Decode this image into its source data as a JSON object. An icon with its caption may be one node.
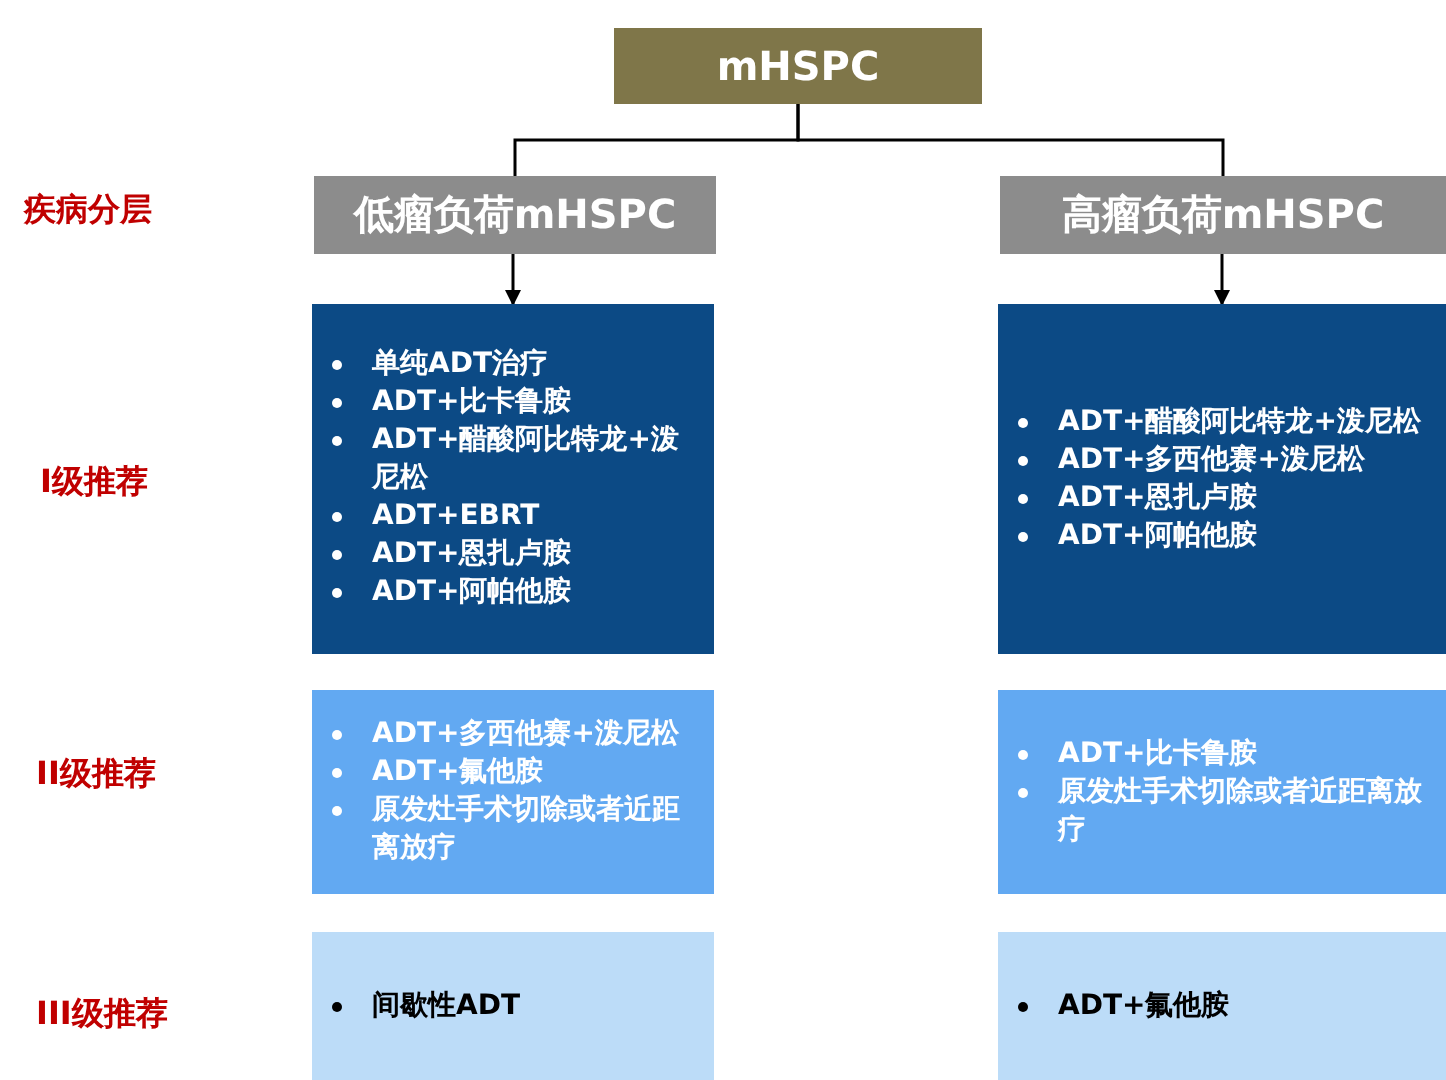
{
  "diagram": {
    "nodes": [
      {
        "text": [
          "mHSPC"
        ]
      },
      {
        "text": [
          "低瘤负荷mHSPC"
        ]
      },
      {
        "text": [
          "高瘤负荷mHSPC"
        ]
      },
      {
        "text": [
          "单纯ADT治疗",
          "ADT+比卡鲁胺",
          "ADT+醋酸阿比特龙+泼尼松",
          "ADT+EBRT",
          "ADT+恩扎卢胺",
          "ADT+阿帕他胺"
        ]
      },
      {
        "text": [
          "ADT+多西他赛+泼尼松",
          "ADT+氟他胺",
          "原发灶手术切除或者近距离放疗"
        ]
      },
      {
        "text": [
          "间歇性ADT"
        ]
      },
      {
        "text": [
          "ADT+醋酸阿比特龙+泼尼松",
          "ADT+多西他赛+泼尼松",
          "ADT+恩扎卢胺",
          "ADT+阿帕他胺"
        ]
      },
      {
        "text": [
          "ADT+比卡鲁胺",
          "原发灶手术切除或者近距离放疗"
        ]
      },
      {
        "text": [
          "ADT+氟他胺"
        ]
      }
    ],
    "edges": [
      {
        "from": 0,
        "to": 1,
        "arrow": "none"
      },
      {
        "from": 0,
        "to": 2,
        "arrow": "none"
      },
      {
        "from": 1,
        "to": 3,
        "arrow": "to"
      },
      {
        "from": 2,
        "to": 6,
        "arrow": "to"
      }
    ],
    "labels": [
      "疾病分层",
      "I级推荐",
      "II级推荐",
      "III级推荐"
    ]
  }
}
